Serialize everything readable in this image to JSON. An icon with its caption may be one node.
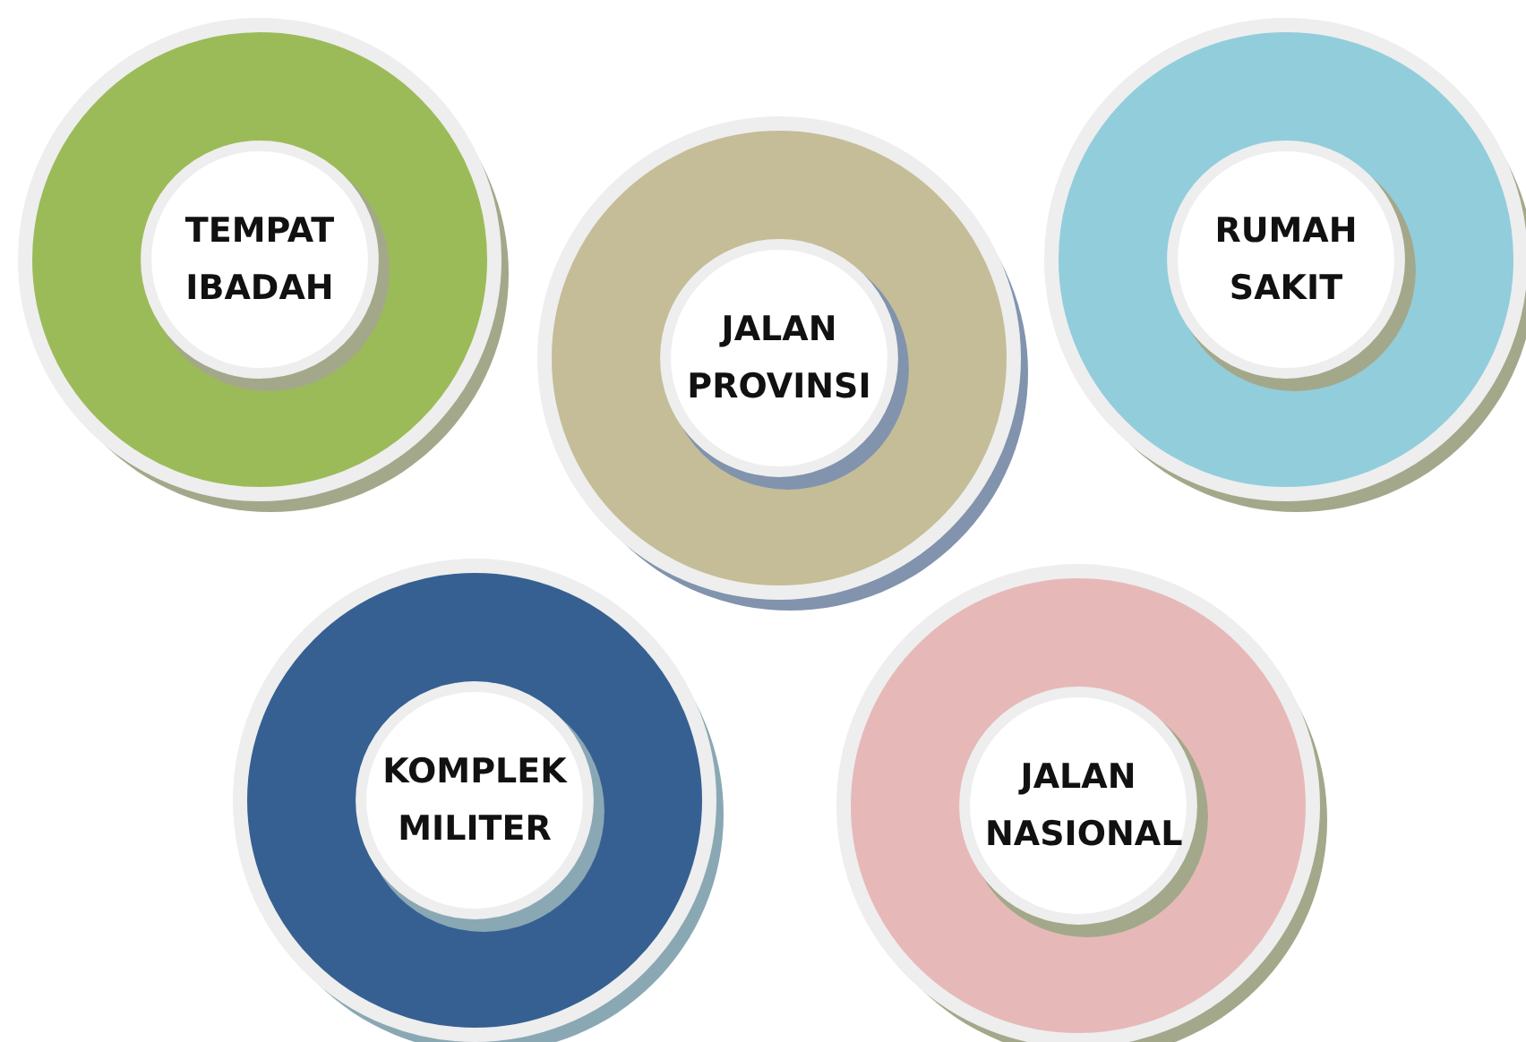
{
  "diagram": {
    "nodes": [
      {
        "text": [
          "TEMPAT IBADAH"
        ]
      },
      {
        "text": [
          "JALAN PROVINSI"
        ]
      },
      {
        "text": [
          "RUMAH SAKIT"
        ]
      },
      {
        "text": [
          "KOMPLEK MILITER"
        ]
      },
      {
        "text": [
          "JALAN NASIONAL"
        ]
      }
    ]
  }
}
